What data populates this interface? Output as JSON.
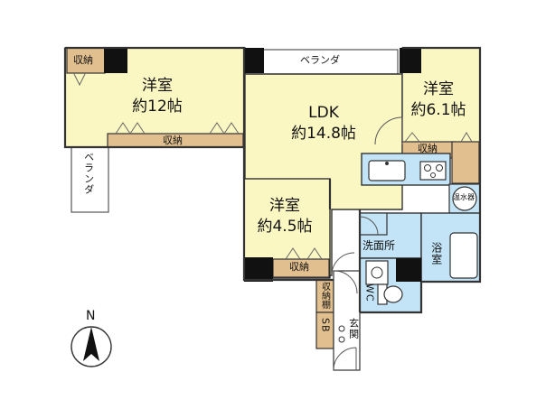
{
  "colors": {
    "room": "#fbf7c3",
    "storage": "#e2bf8f",
    "wet": "#c3e4f6",
    "pillar": "#111111",
    "wall": "#333333",
    "entrance": "#ffffff"
  },
  "rooms": {
    "western_large": {
      "name": "洋室",
      "size": "約12帖"
    },
    "ldk": {
      "name": "LDK",
      "size": "約14.8帖"
    },
    "western_right": {
      "name": "洋室",
      "size": "約6.1帖"
    },
    "western_small": {
      "name": "洋室",
      "size": "約4.5帖"
    }
  },
  "labels": {
    "storage_topleft": "収納",
    "storage_mid": "収納",
    "storage_right": "収納",
    "storage_small": "収納",
    "storage_shelf": "収納棚",
    "balcony_top": "ベランダ",
    "balcony_left": "ベランダ",
    "washroom": "洗面所",
    "bath": "浴室",
    "wc": "WC",
    "sb": "SB",
    "genkan": "玄関",
    "water_heater": "温水器",
    "north": "N"
  },
  "icons": [
    "north-arrow-icon",
    "door-swing-icon",
    "kitchen-sink-icon",
    "stove-icon",
    "toilet-icon",
    "washbasin-icon",
    "bathtub-icon",
    "water-heater-icon"
  ]
}
